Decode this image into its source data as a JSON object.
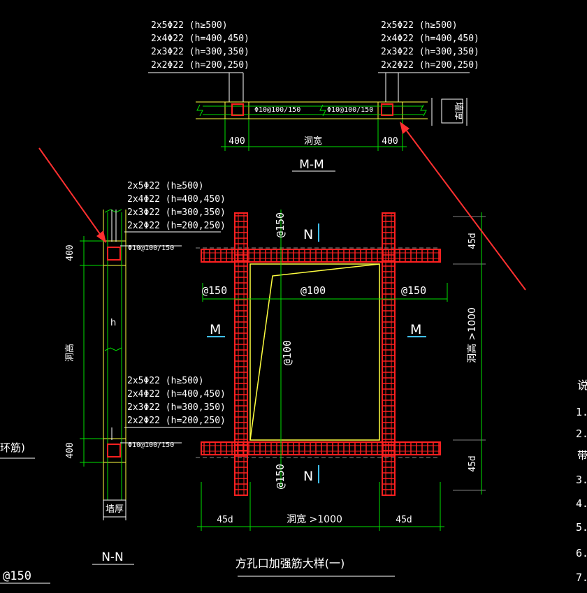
{
  "rebar_table": [
    "2x5Φ22 (h≥500)",
    "2x4Φ22 (h=400,450)",
    "2x3Φ22 (h=300,350)",
    "2x2Φ22 (h=200,250)"
  ],
  "stirrup_label": "Φ10@100/150",
  "section_mm": {
    "title": "M-M",
    "dim_side": "400",
    "dim_hole_width": "洞宽",
    "wall_thickness": "墙厚"
  },
  "section_nn": {
    "title": "N-N",
    "dim_side": "400",
    "dim_hole_height": "洞高",
    "h_label": "h",
    "wall_thickness": "墙厚"
  },
  "plan": {
    "title": "方孔口加强筋大样(一)",
    "spacing_150": "@150",
    "spacing_100": "@100",
    "dim_45d": "45d",
    "hole_width": "洞宽 >1000",
    "hole_height": "洞高 >1000",
    "mark_m": "M",
    "mark_n": "N"
  },
  "left_cut": {
    "ring_text": "环筋)",
    "spacing": "@150"
  },
  "right_notes": [
    "说",
    "1.",
    "2.",
    "带",
    "3.",
    "4.",
    "5.",
    "6.",
    "7."
  ],
  "colors": {
    "red": "#ff2020",
    "green": "#00e000",
    "yellow": "#ffff40",
    "cyan": "#40c0ff",
    "arrow": "#ff3030"
  }
}
